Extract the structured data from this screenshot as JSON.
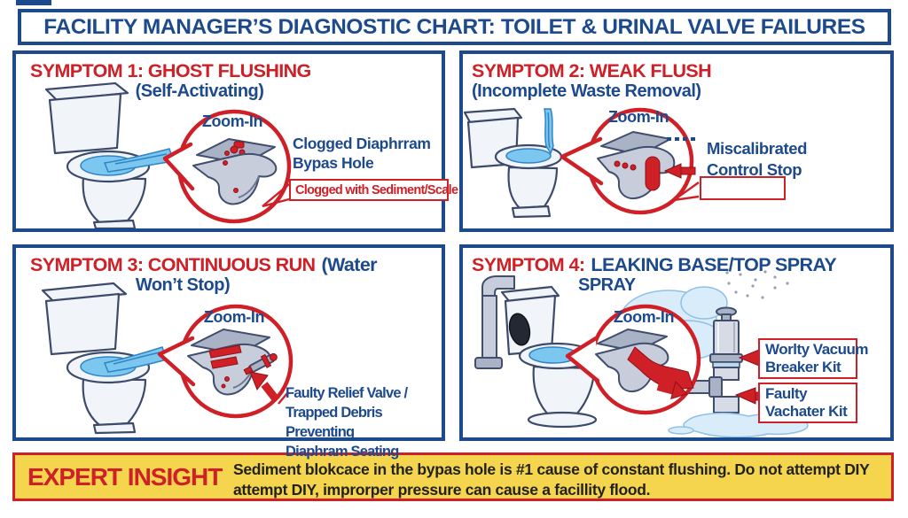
{
  "title": "FACILITY MANAGER’S DIAGNOSTIC CHART: TOILET & URINAL VALVE FAILURES",
  "panels": [
    {
      "heading_red": "SYMPTOM 1: GHOST FLUSHING",
      "heading_blue_inline": "",
      "heading_line2": "(Self-Activating)",
      "zoom_label": "Zoom-In",
      "callout_lines": [
        "Clogged Diaphrram",
        "Bypas Hole"
      ],
      "boxed_label": "Clogged with Sediment/Scale"
    },
    {
      "heading_red": "SYMPTOM 2: WEAK FLUSH",
      "heading_blue_inline": "",
      "heading_line2": "(Incomplete Waste Removal)",
      "zoom_label": "Zoom-In",
      "callout_lines": [
        "Miscalibrated",
        "Control Stop"
      ],
      "boxed_label": ""
    },
    {
      "heading_red": "SYMPTOM 3: CONTINUOUS RUN",
      "heading_blue_inline": "(Water",
      "heading_line2": "Won’t Stop)",
      "zoom_label": "Zoom-In",
      "callout_lines": [
        "Faulty Relief Valve /",
        "Trapped Debris Preventing",
        "Diaphram Seating"
      ]
    },
    {
      "heading_red": "SYMPTOM 4:",
      "heading_blue_inline": "LEAKING BASE/TOP SPRAY",
      "heading_line2": "SPRAY",
      "zoom_label": "Zoom-In",
      "kit_boxes": [
        {
          "line1": "Worlty Vacuum",
          "line2": "Breaker Kit"
        },
        {
          "line1": "Faulty",
          "line2": "Vachater Kit"
        }
      ]
    }
  ],
  "expert_insight": {
    "label": "EXPERT INSIGHT",
    "line1": "Sediment blokcace in the bypas hole is #1 cause of constant flushing. Do not attempt DIY",
    "line2": "attempt DIY, improrper pressure can cause a facillity flood."
  },
  "colors": {
    "navy": "#1d4a8c",
    "red": "#cf2027",
    "yellow": "#f5d44e",
    "water_blue": "#7cc7ef"
  }
}
